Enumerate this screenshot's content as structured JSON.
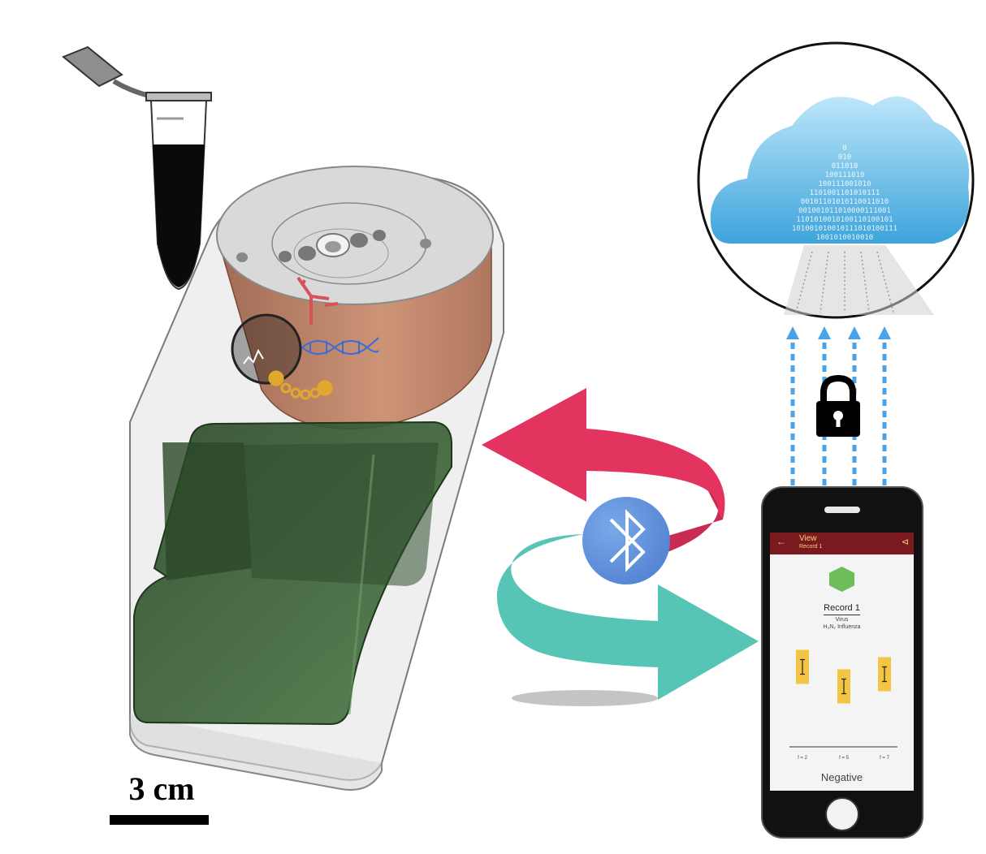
{
  "scale_bar": {
    "label": "3 cm"
  },
  "phone": {
    "app_bar": {
      "back_icon": "arrow-left-icon",
      "title": "View",
      "subtitle": "Record 1",
      "share_icon": "share-icon"
    },
    "status_icon": "green-hexagon-icon",
    "record_title": "Record 1",
    "record_line1": "Virus",
    "record_line2": "H₃N₂ Influenza",
    "result": "Negative"
  },
  "chart_data": {
    "type": "bar",
    "categories": [
      "f = 2",
      "f = 5",
      "f = 7"
    ],
    "series": [
      {
        "values": [
          0.62,
          0.3,
          0.5
        ]
      }
    ],
    "title": "",
    "xlabel": "",
    "ylabel": ""
  },
  "icons": {
    "bluetooth": "bluetooth-icon",
    "lock": "padlock-icon",
    "cloud": "cloud-data-icon",
    "tube": "sample-tube-icon"
  },
  "colors": {
    "device_green": "#2f4f2c",
    "coil_copper": "#b87a5a",
    "arrow_red": "#e3345f",
    "arrow_teal": "#57c5b6",
    "bluetooth_blue": "#5b8fd8",
    "link_blue": "#4aa3e8",
    "bar_yellow": "#f4c542",
    "app_bar": "#7a1a1f"
  }
}
